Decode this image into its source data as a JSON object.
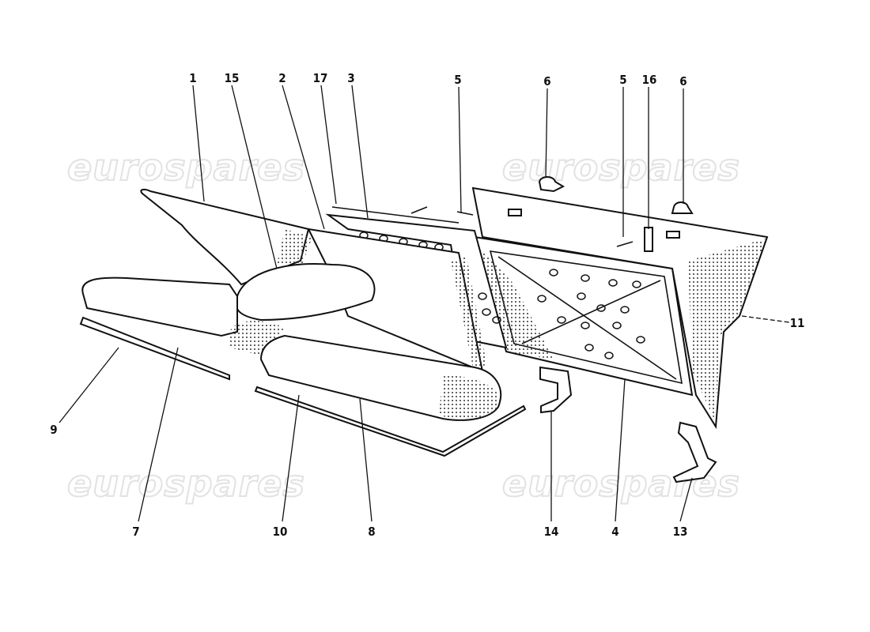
{
  "watermark": "eurospares",
  "colors": {
    "ink": "#111111",
    "watermark": "#e2e2e2",
    "background": "#ffffff"
  },
  "callouts": {
    "c1": "1",
    "c15": "15",
    "c2": "2",
    "c17": "17",
    "c3": "3",
    "c5a": "5",
    "c6a": "6",
    "c5b": "5",
    "c16": "16",
    "c6b": "6",
    "c11": "11",
    "c9": "9",
    "c7": "7",
    "c10": "10",
    "c8": "8",
    "c14": "14",
    "c4": "4",
    "c13": "13"
  }
}
